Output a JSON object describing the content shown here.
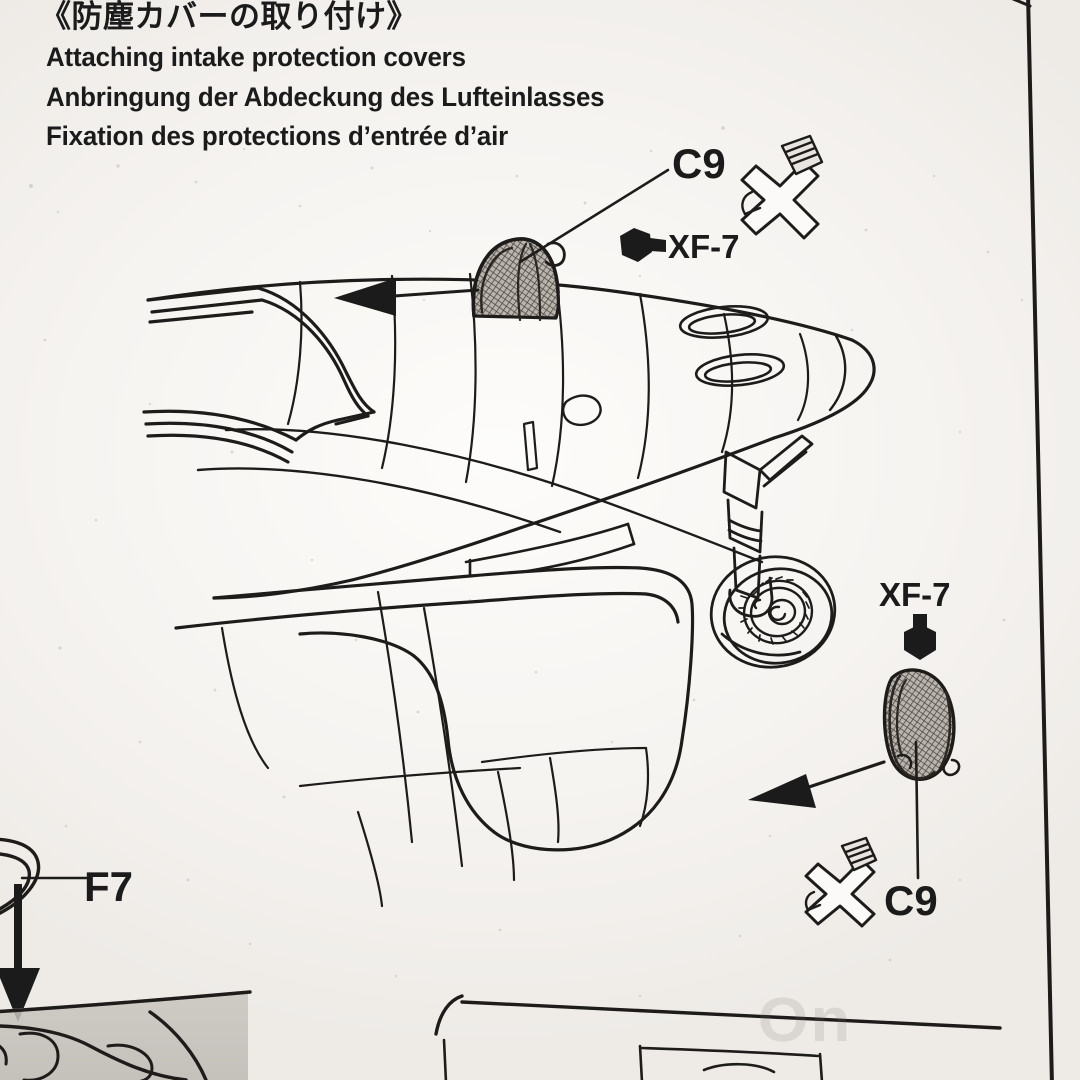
{
  "document": {
    "type": "model-kit-instruction-step",
    "paper_color": "#f4f2ef",
    "ink_color": "#1b1b1b"
  },
  "header": {
    "title_jp": "《防塵カバーの取り付け》",
    "title_en": "Attaching intake protection covers",
    "title_de": "Anbringung der Abdeckung des Lufteinlasses",
    "title_fr": "Fixation des protections d’entrée d’air"
  },
  "callouts": {
    "part_c9_top": "C9",
    "paint_xf7_top": "XF-7",
    "paint_xf7_bottom": "XF-7",
    "part_c9_bottom": "C9",
    "part_f7": "F7"
  },
  "icons": {
    "paint_bottle": "paint-bottle-icon",
    "sprue_cutter": "sprue-cutter-icon",
    "assembly_arrow": "assembly-arrow-icon"
  },
  "artwork": {
    "subject": "jet aircraft fuselage nose, wing and nose landing gear",
    "parts": [
      {
        "id": "C9",
        "name": "upper intake protection cover",
        "finish": "XF-7"
      },
      {
        "id": "C9",
        "name": "lower intake protection cover",
        "finish": "XF-7"
      },
      {
        "id": "F7",
        "name": "lower fuselage part"
      }
    ]
  },
  "watermark": {
    "bleed_through_text": "On"
  }
}
